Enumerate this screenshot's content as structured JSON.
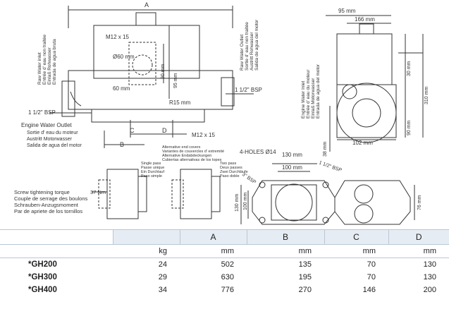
{
  "front_view": {
    "dim_A": "A",
    "thread_top": "M12 x 15",
    "dia_60": "Ø60 mm",
    "dim_90": "90 mm",
    "dim_95": "95 mm",
    "dim_60": "60 mm",
    "radius": "R15 mm",
    "thread_bottom": "M12 x 15",
    "bsp_left": "1 1/2\" BSP",
    "bsp_right": "1 1/2\" BSP",
    "dim_B": "B",
    "dim_C": "C",
    "dim_D": "D",
    "raw_water_inlet": [
      "Raw Water inlet",
      "Entrée d' eau non traitée",
      "Einlaß Rohwasser",
      "Entrada de agua bruta"
    ],
    "raw_water_outlet": [
      "Raw Water Outlet",
      "Sortie d' eau non traitée",
      "Austritt Rohwasser",
      "Salida de agua del motor"
    ],
    "engine_water_outlet": [
      "Engine Water Outlet",
      "Sortie d' eau du moteur",
      "Austritt Motorwasser",
      "Salida de agua del motor"
    ]
  },
  "side_view": {
    "dim_95": "95 mm",
    "dim_166": "166 mm",
    "dim_30": "30 mm",
    "dim_310": "310 mm",
    "dim_90": "90 mm",
    "dim_38": "38 mm",
    "dim_102": "102 mm",
    "engine_water_inlet": [
      "Engine Water Inlet",
      "Entrée d' eau du moteur",
      "Einlaß Motorwasser",
      "Entrada de agua del motor"
    ]
  },
  "covers": {
    "alt_title": [
      "Alternative end covers",
      "Variantes de couvercles d' extremité",
      "Alternative Endabdeckungen",
      "Cubiertas alternativas de los topes"
    ],
    "single_pass": [
      "Single pass",
      "Passe unique",
      "Ein Durchlauf",
      "Paso simple"
    ],
    "two_pass": [
      "Two pass",
      "Deux passes",
      "Zwei Durchläufe",
      "Paso doble"
    ],
    "torque_label": [
      "Screw tightening torque",
      "Couple de serrage des boulons",
      "Schrauben-Anzugsmoment",
      "Par de apriete de los tornillos"
    ],
    "torque_value": "37 Nm"
  },
  "flange": {
    "holes": "4-HOLES Ø14",
    "bsp3": "3\" BSP",
    "bsp112": "1 1/2\" BSP",
    "dim_130_top": "130 mm",
    "dim_100_top": "100 mm",
    "dim_130_side": "130 mm",
    "dim_100_side": "100 mm",
    "dim_76": "76 mm"
  },
  "table": {
    "headers": [
      "",
      "",
      "A",
      "B",
      "C",
      "D"
    ],
    "units": [
      "",
      "kg",
      "mm",
      "mm",
      "mm",
      "mm"
    ],
    "rows": [
      {
        "model": "*GH200",
        "kg": "24",
        "A": "502",
        "B": "135",
        "C": "70",
        "D": "130"
      },
      {
        "model": "*GH300",
        "kg": "29",
        "A": "630",
        "B": "195",
        "C": "70",
        "D": "130"
      },
      {
        "model": "*GH400",
        "kg": "34",
        "A": "776",
        "B": "270",
        "C": "146",
        "D": "200"
      }
    ]
  }
}
